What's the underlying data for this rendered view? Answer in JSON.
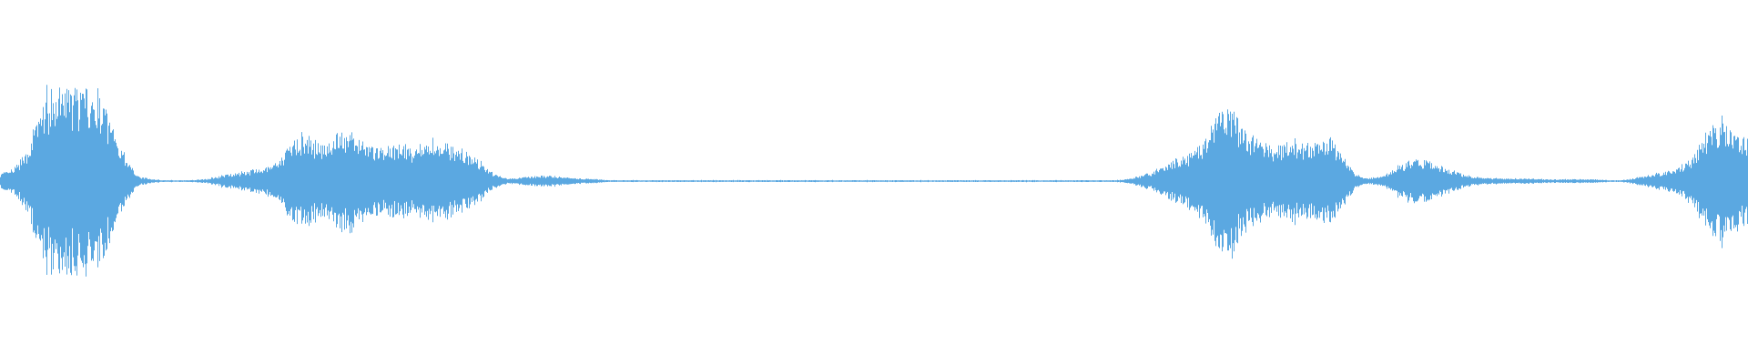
{
  "waveform": {
    "color": "#5ba8e1",
    "background": "#ffffff",
    "samples_per_envelope_point": 12,
    "envelope": [
      0.08,
      0.12,
      0.3,
      0.7,
      0.95,
      1.0,
      0.98,
      0.92,
      0.85,
      0.6,
      0.2,
      0.05,
      0.02,
      0.01,
      0.01,
      0.01,
      0.02,
      0.04,
      0.08,
      0.1,
      0.12,
      0.15,
      0.2,
      0.45,
      0.52,
      0.4,
      0.48,
      0.55,
      0.5,
      0.42,
      0.35,
      0.38,
      0.4,
      0.36,
      0.46,
      0.4,
      0.38,
      0.3,
      0.2,
      0.08,
      0.03,
      0.04,
      0.05,
      0.06,
      0.05,
      0.04,
      0.03,
      0.02,
      0.01,
      0.01,
      0.01,
      0.01,
      0.01,
      0.01,
      0.01,
      0.01,
      0.01,
      0.01,
      0.01,
      0.01,
      0.01,
      0.01,
      0.01,
      0.01,
      0.01,
      0.01,
      0.01,
      0.01,
      0.01,
      0.01,
      0.01,
      0.01,
      0.01,
      0.01,
      0.01,
      0.01,
      0.01,
      0.01,
      0.01,
      0.01,
      0.01,
      0.01,
      0.01,
      0.01,
      0.01,
      0.01,
      0.01,
      0.01,
      0.01,
      0.02,
      0.06,
      0.1,
      0.18,
      0.24,
      0.3,
      0.4,
      0.72,
      0.85,
      0.6,
      0.45,
      0.42,
      0.4,
      0.45,
      0.38,
      0.42,
      0.46,
      0.3,
      0.08,
      0.03,
      0.05,
      0.12,
      0.2,
      0.25,
      0.22,
      0.16,
      0.1,
      0.06,
      0.04,
      0.03,
      0.03,
      0.03,
      0.03,
      0.02,
      0.02,
      0.02,
      0.02,
      0.02,
      0.01,
      0.01,
      0.03,
      0.06,
      0.09,
      0.12,
      0.18,
      0.35,
      0.55,
      0.62,
      0.58,
      0.45
    ]
  }
}
